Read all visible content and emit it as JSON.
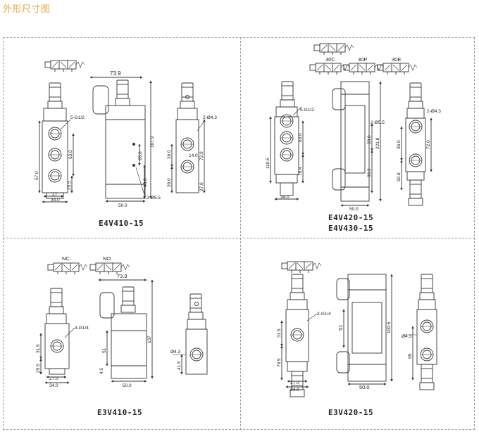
{
  "page": {
    "title": "外形尺寸图"
  },
  "models": {
    "e4v410": "E4V410-15",
    "e4v420": "E4V420-15",
    "e4v430": "E4V430-15",
    "e3v410": "E3V410-15",
    "e3v420": "E3V420-15"
  },
  "symbols": {
    "c30": "30C",
    "p30": "30P",
    "e30": "30E",
    "nc": "NC",
    "no": "NO"
  },
  "dims": {
    "e4v410": {
      "w1": "73.9",
      "h1": "167.9",
      "d1": "28.0",
      "d2": "43.0",
      "d3": "2-Ø5.5",
      "d4": "50.0",
      "port": "5-G1/2",
      "s1": "57.0",
      "s2": "63.0",
      "s3": "25.5",
      "s4": "27",
      "s5": "34.0",
      "r1": "2-Ø4.3",
      "r2": "36.0",
      "r3": "14.0",
      "r4": "72.0",
      "r5": "39.0",
      "r6": "27.0"
    },
    "e4v420": {
      "port": "5-G1/2",
      "s1": "110.5",
      "s2": "63.0",
      "s3": "79.4",
      "s4": "34.0",
      "m1": "2-Ø5.5",
      "m2": "28.0",
      "m3": "221.8",
      "m4": "96.9",
      "m5": "50.0",
      "r1": "2-Ø4.3",
      "r2": "36.0",
      "r3": "72.0",
      "r4": "92.9"
    },
    "e3v410": {
      "w1": "73.9",
      "port": "3-G1/4",
      "s1": "31.5",
      "s2": "25.5",
      "s3": "27.0",
      "s4": "34.0",
      "m1": "51",
      "m2": "137",
      "m3": "50.0",
      "m4": "4.5",
      "r1": "Ø4.3",
      "r2": "41.5"
    },
    "e3v420": {
      "port": "3-G1/4",
      "s1": "31.5",
      "s2": "79.5",
      "s3": "27.0",
      "s4": "34.0",
      "m1": "51",
      "m2": "190.5",
      "m3": "50.0",
      "r1": "Ø4.3",
      "r2": "95"
    }
  }
}
